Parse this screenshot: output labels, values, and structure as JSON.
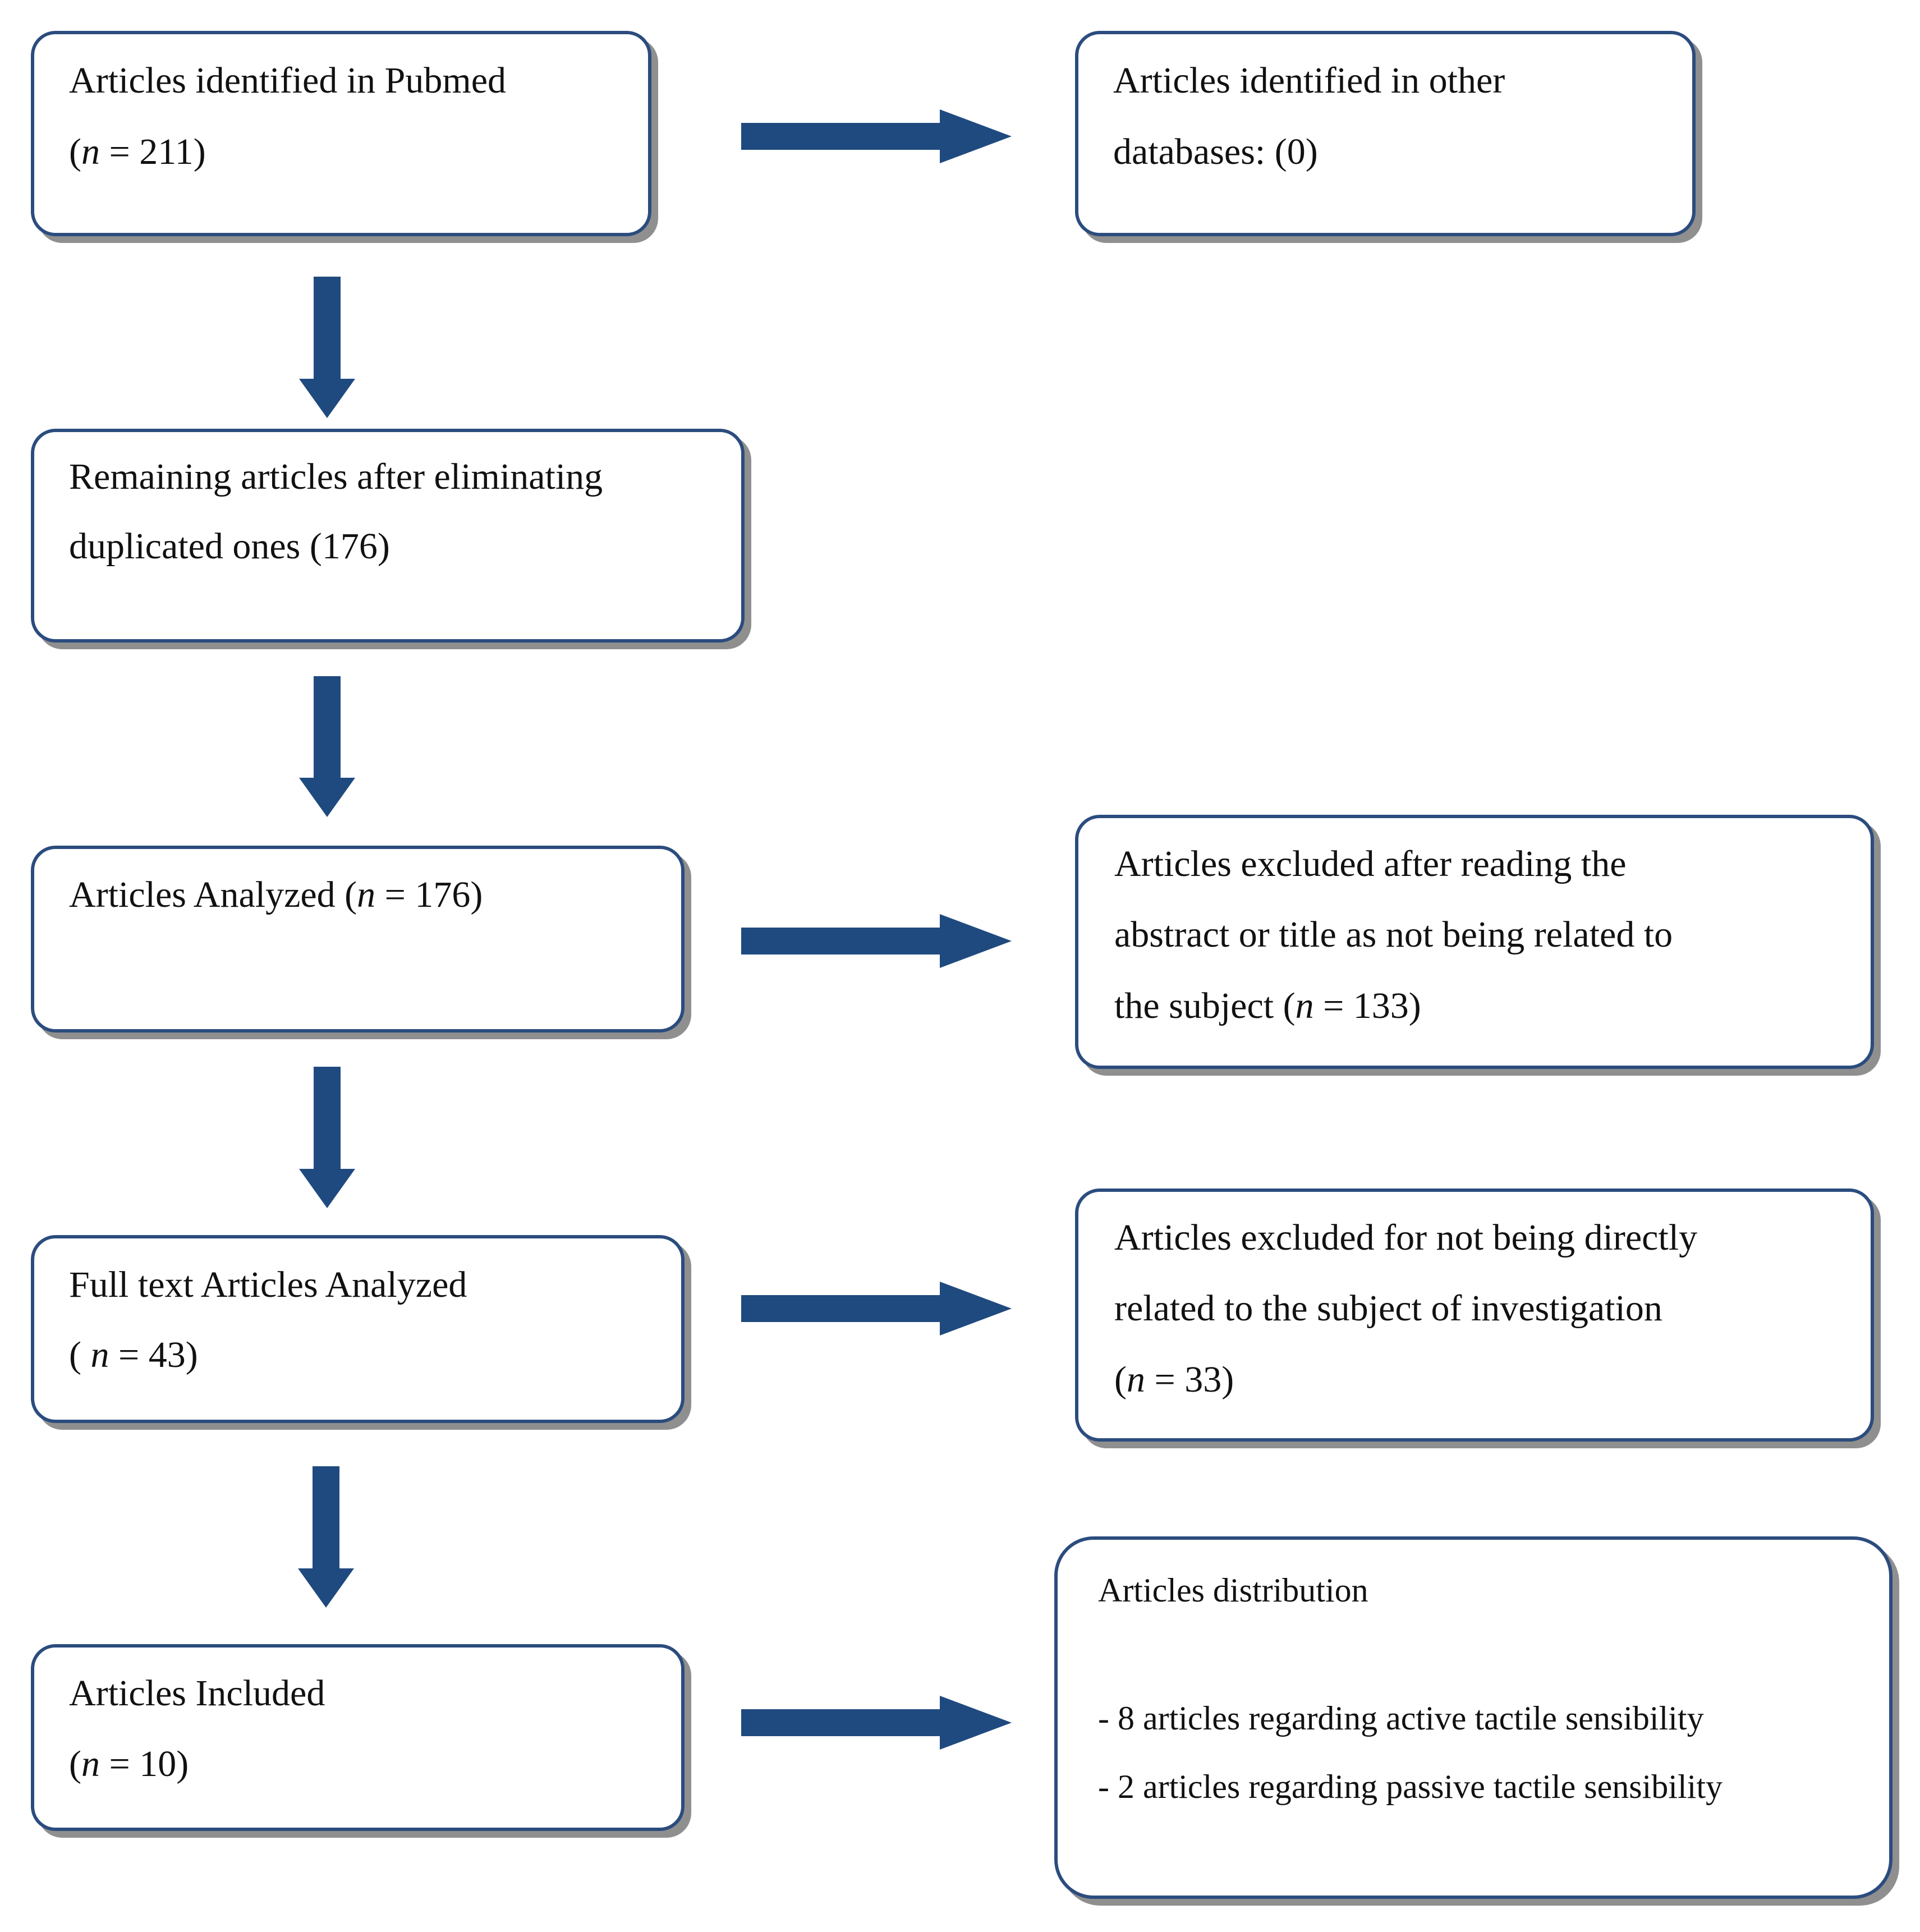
{
  "colors": {
    "border": "#2b4c7e",
    "arrow": "#1f4a7f",
    "shadow": "#8f8f8f"
  },
  "boxes": {
    "pubmed": {
      "line1": "Articles identified in Pubmed",
      "line2_pre": "(",
      "n_symbol": "n",
      "line2_post": " = 211)"
    },
    "other_db": {
      "line1": "Articles identified in other",
      "line2": "databases: (0)"
    },
    "remaining": {
      "line1": "Remaining articles after eliminating",
      "line2": "duplicated ones (176)"
    },
    "analyzed": {
      "line1_pre": "Articles Analyzed (",
      "n_symbol": "n",
      "line1_post": " = 176)"
    },
    "excluded_abstract": {
      "line1": "Articles excluded after reading the",
      "line2": "abstract or title as not being related to",
      "line3_pre": "the subject (",
      "n_symbol": "n",
      "line3_post": " = 133)"
    },
    "full_text": {
      "line1": "Full text Articles Analyzed",
      "line2_pre": "( ",
      "n_symbol": "n",
      "line2_post": " = 43)"
    },
    "excluded_subject": {
      "line1": "Articles excluded for not being directly",
      "line2": "related to the subject of investigation",
      "line3_pre": " (",
      "n_symbol": "n",
      "line3_post": " = 33)"
    },
    "included": {
      "line1": "Articles Included",
      "line2_pre": "(",
      "n_symbol": "n",
      "line2_post": " = 10)"
    },
    "distribution": {
      "title": "Articles distribution",
      "item1": "- 8 articles regarding active tactile sensibility",
      "item2": "- 2 articles regarding passive tactile sensibility"
    }
  }
}
